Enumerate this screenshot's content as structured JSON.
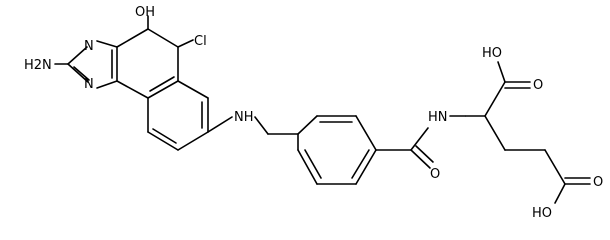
{
  "structure": {
    "atom_labels": {
      "oh_top": "OH",
      "n_ring_top": "N",
      "n_ring_bottom": "N",
      "h2n": "H2N",
      "cl": "Cl",
      "nh_link": "NH",
      "nh_amide": "HN",
      "o_amide": "O",
      "ho_acid_top": "HO",
      "o_acid_top": "O",
      "ho_acid_bottom": "HO",
      "o_acid_bottom": "O"
    }
  }
}
